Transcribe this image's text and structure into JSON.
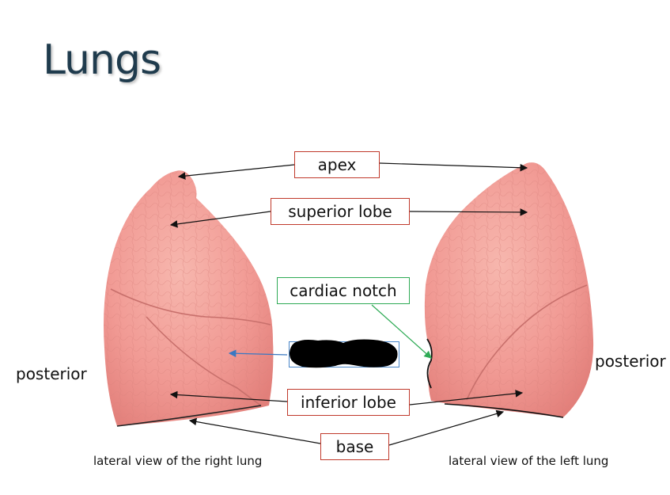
{
  "slide": {
    "title": "Lungs"
  },
  "labels": {
    "apex": "apex",
    "superior_lobe": "superior lobe",
    "cardiac_notch": "cardiac notch",
    "inferior_lobe": "inferior lobe",
    "base": "base"
  },
  "orientation": {
    "left": "posterior",
    "right": "posterior"
  },
  "captions": {
    "right_lung": "lateral view of the right lung",
    "left_lung": "lateral view of the left lung"
  },
  "colors": {
    "title": "#1f3b4d",
    "label_border": "#c0392b",
    "notch_border": "#2eaa55",
    "lung_fill": "#f19a94",
    "arrow_blue": "#3a78c2"
  }
}
